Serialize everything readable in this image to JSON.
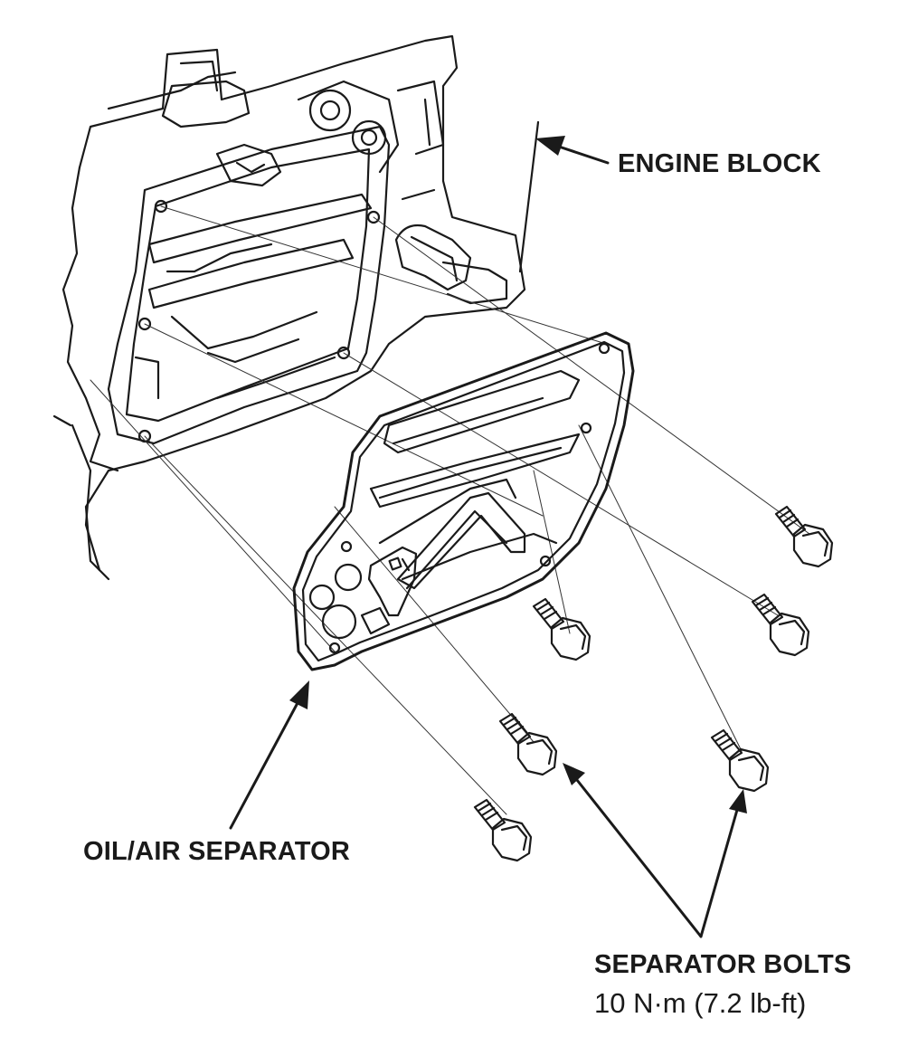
{
  "labels": {
    "engine_block": "ENGINE BLOCK",
    "oil_air_separator": "OIL/AIR SEPARATOR",
    "separator_bolts": "SEPARATOR BOLTS",
    "torque_spec": "10 N·m (7.2 lb-ft)"
  },
  "colors": {
    "line": "#1a1a1a",
    "background": "#ffffff"
  }
}
